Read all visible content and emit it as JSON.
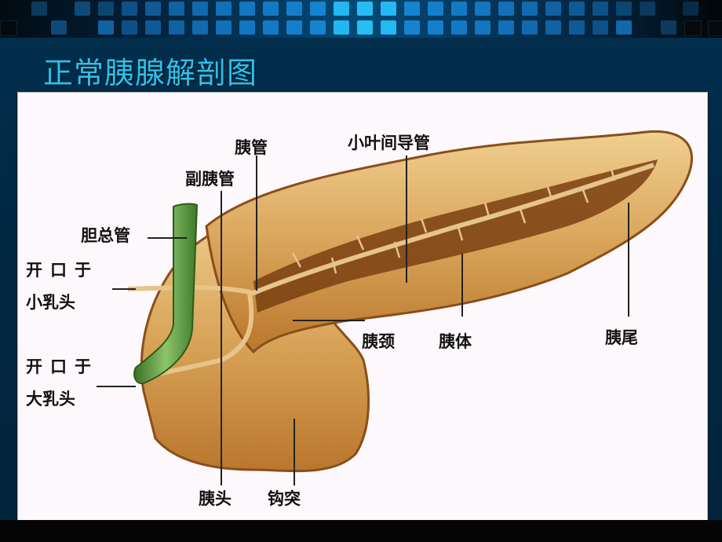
{
  "slide": {
    "title": "正常胰腺解剖图",
    "colors": {
      "background": "#022a45",
      "title": "#2fc0e8",
      "panel": "#fdf8fc",
      "tissue": "#d9a55a",
      "tissue_dark": "#8a4e1a",
      "bile_duct": "#5a8f3a",
      "label_text": "#111111"
    }
  },
  "diagram": {
    "labels": {
      "main_duct": "胰管",
      "interlobular_duct": "小叶间导管",
      "accessory_duct": "副胰管",
      "common_bile_duct": "胆总管",
      "minor_papilla_line1": "开口于",
      "minor_papilla_line2": "小乳头",
      "major_papilla_line1": "开口于",
      "major_papilla_line2": "大乳头",
      "neck": "胰颈",
      "body": "胰体",
      "tail": "胰尾",
      "head": "胰头",
      "uncinate": "钩突"
    }
  }
}
